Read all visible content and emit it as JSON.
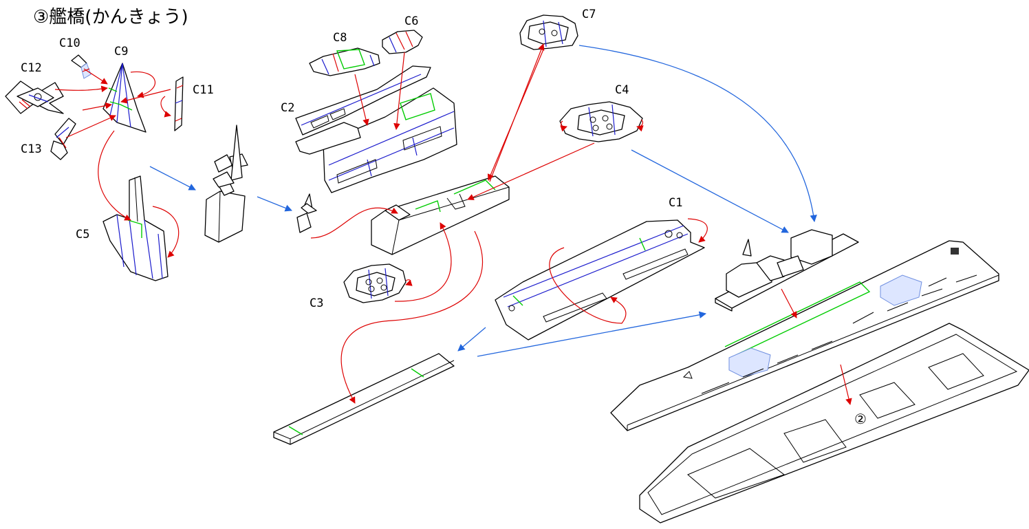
{
  "title": "③艦橋(かんきょう)",
  "labels": {
    "c1": "C1",
    "c2": "C2",
    "c3": "C3",
    "c4": "C4",
    "c5": "C5",
    "c6": "C6",
    "c7": "C7",
    "c8": "C8",
    "c9": "C9",
    "c10": "C10",
    "c11": "C11",
    "c12": "C12",
    "c13": "C13",
    "step2": "②"
  },
  "colors": {
    "red_arrow": "#dd0000",
    "blue_arrow": "#2266dd",
    "fold_line_blue": "#1a1acc",
    "fold_line_green": "#00cc00"
  }
}
